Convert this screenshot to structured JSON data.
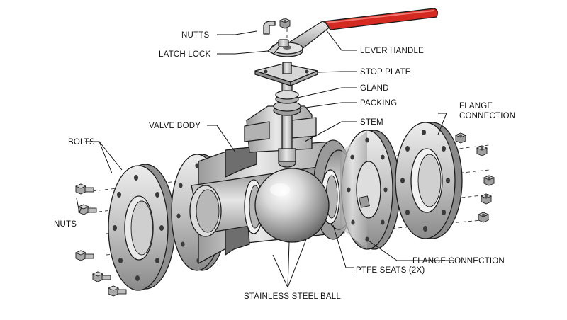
{
  "labels": {
    "nutts": "NUTTS",
    "latch_lock": "LATCH LOCK",
    "lever_handle": "LEVER HANDLE",
    "stop_plate": "STOP PLATE",
    "gland": "GLAND",
    "packing": "PACKING",
    "stem": "STEM",
    "valve_body": "VALVE BODY",
    "bolts": "BOLTS",
    "nuts": "NUTS",
    "flange_connection_top_line1": "FLANGE",
    "flange_connection_top_line2": "CONNECTION",
    "flange_connection_bottom": "FLANGE CONNECTION",
    "ptfe_seats": "PTFE SEATS (2X)",
    "stainless_steel_ball": "STAINLESS STEEL BALL"
  },
  "colors": {
    "handle_red": "#d42a22",
    "metal_light": "#e4e4e4",
    "metal_mid": "#b9b9b9",
    "metal_dark": "#7d7d7d",
    "outline": "#1c1c1c"
  }
}
